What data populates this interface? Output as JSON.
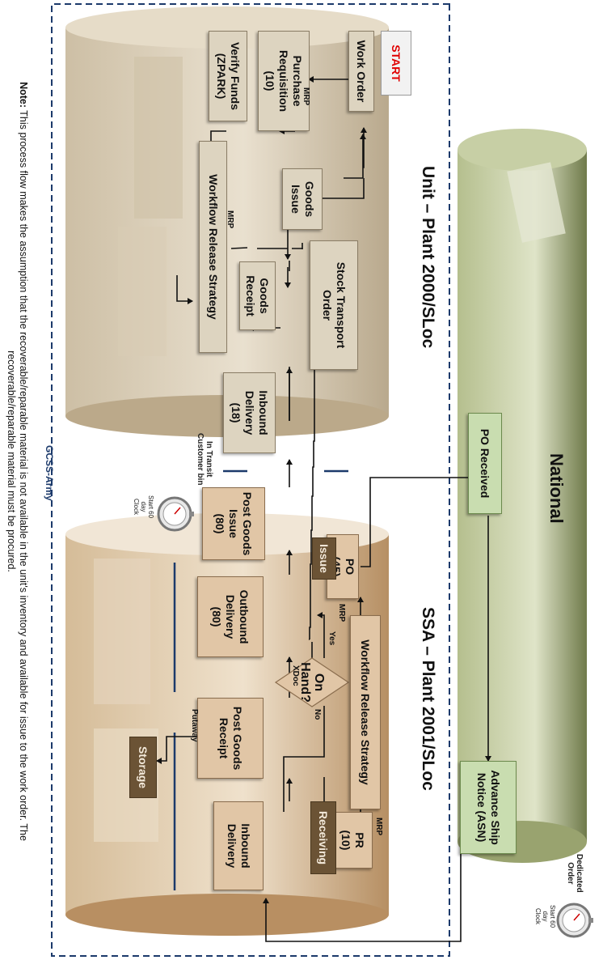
{
  "titles": {
    "unit": "Unit – Plant 2000/SLoc",
    "ssa": "SSA – Plant 2001/SLoc",
    "national": "National",
    "gcss": "GCSS-Army"
  },
  "unit_nodes": {
    "start": "START",
    "work_order": "Work Order",
    "purchase_requisition": "Purchase\nRequisition\n(10)",
    "verify_funds": "Verify Funds\n(ZPARK)",
    "goods_issue": "Goods\nIssue",
    "workflow": "Workflow Release Strategy",
    "stock_transport_order": "Stock Transport\nOrder",
    "goods_receipt": "Goods\nReceipt",
    "inbound_delivery": "Inbound\nDelivery\n(18)"
  },
  "ssa_nodes": {
    "po": "PO\n(45)",
    "workflow": "Workflow Release Strategy",
    "on_hand": "On Hand?",
    "pr": "PR\n(10)",
    "post_goods_issue": "Post Goods\nIssue\n(80)",
    "issue": "Issue",
    "outbound_delivery": "Outbound\nDelivery\n(80)",
    "post_goods_receipt": "Post Goods\nReceipt",
    "storage": "Storage",
    "receiving": "Receiving",
    "inbound_delivery": "Inbound\nDelivery"
  },
  "national_nodes": {
    "po_received": "PO Received",
    "asn": "Advance Ship\nNotice (ASN)"
  },
  "edge_labels": {
    "mrp": "MRP",
    "yes": "Yes",
    "no": "No",
    "xdoc": "XDoc",
    "putaway": "Putaway"
  },
  "annotations": {
    "in_transit": "In Transit\nCustomer bin",
    "clock_1": "Start 60\nday\nClock",
    "clock_2": "Start 60\nday\nClock",
    "dedicated_order": "Dedicated\nOrder"
  },
  "note": {
    "label": "Note:",
    "text": "This process flow makes the assumption that the recoverable/reparable material is not available in the unit's inventory and available for issue to the work order. The recoverable/reparable material must be procured."
  },
  "colors": {
    "frame": "#1c3a6b",
    "unit_box": "#ddd4c0",
    "ssa_box": "#e1c6a6",
    "national_box": "#c9ddb0",
    "start_text": "#e00000"
  },
  "icons": [
    "stopwatch-icon"
  ]
}
